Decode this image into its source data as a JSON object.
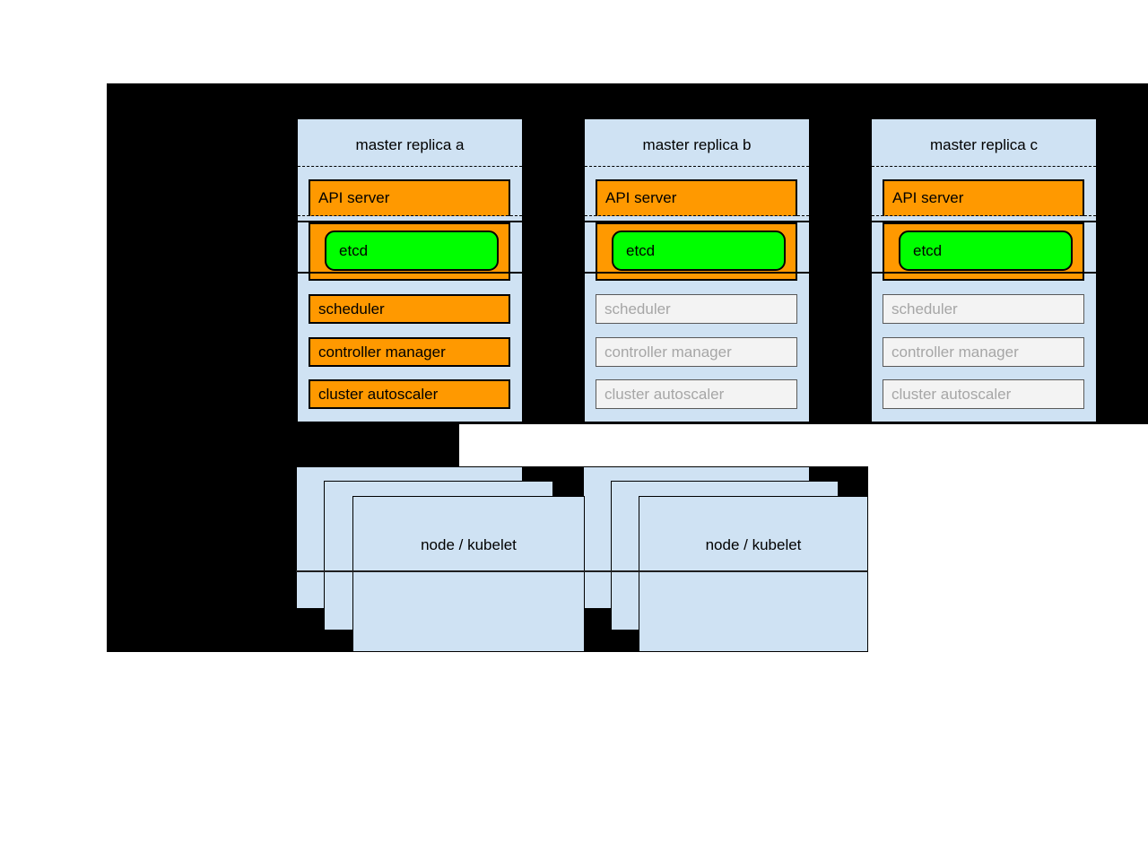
{
  "colors": {
    "canvas_black": "#000000",
    "page_white": "#ffffff",
    "box_blue": "#cfe2f3",
    "active_orange": "#ff9900",
    "etcd_green": "#00ff00",
    "inactive_fill": "#f3f3f3",
    "inactive_border": "#595959",
    "inactive_text": "#a6a6a6"
  },
  "masters": [
    {
      "title": "master replica a",
      "api_server": {
        "label": "API server",
        "state": "active"
      },
      "etcd": {
        "label": "etcd",
        "state": "active"
      },
      "components": [
        {
          "label": "scheduler",
          "state": "active"
        },
        {
          "label": "controller manager",
          "state": "active"
        },
        {
          "label": "cluster autoscaler",
          "state": "active"
        }
      ]
    },
    {
      "title": "master replica b",
      "api_server": {
        "label": "API server",
        "state": "active"
      },
      "etcd": {
        "label": "etcd",
        "state": "active"
      },
      "components": [
        {
          "label": "scheduler",
          "state": "inactive"
        },
        {
          "label": "controller manager",
          "state": "inactive"
        },
        {
          "label": "cluster autoscaler",
          "state": "inactive"
        }
      ]
    },
    {
      "title": "master replica c",
      "api_server": {
        "label": "API server",
        "state": "active"
      },
      "etcd": {
        "label": "etcd",
        "state": "active"
      },
      "components": [
        {
          "label": "scheduler",
          "state": "inactive"
        },
        {
          "label": "controller manager",
          "state": "inactive"
        },
        {
          "label": "cluster autoscaler",
          "state": "inactive"
        }
      ]
    }
  ],
  "node_groups": [
    {
      "label": "node / kubelet"
    },
    {
      "label": "node / kubelet"
    }
  ]
}
